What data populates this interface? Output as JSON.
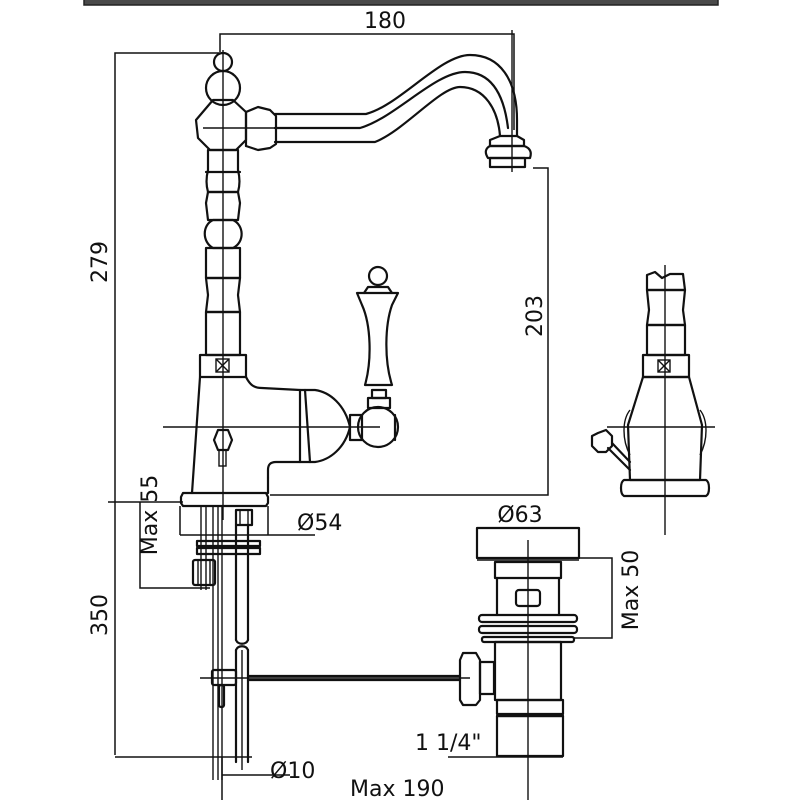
{
  "drawing": {
    "subject": "single-lever faucet with swivel spout and pop-up waste",
    "units": "mm",
    "dimensions": {
      "spout_reach": "180",
      "total_height": "279",
      "spout_outlet_height": "203",
      "max_deck_thickness": "Max 55",
      "base_diameter": "Ø54",
      "mounting_depth": "350",
      "waste_flange_diameter": "Ø63",
      "waste_max_height": "Max 50",
      "waste_thread": "1 1/4\"",
      "rod_diameter": "Ø10",
      "max_rod_distance": "Max 190"
    }
  }
}
